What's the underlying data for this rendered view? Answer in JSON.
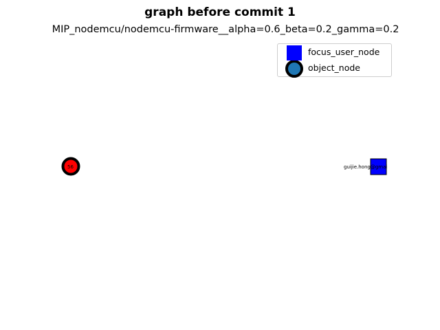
{
  "title": "graph before commit 1",
  "subtitle": "MIP_nodemcu/nodemcu-firmware__alpha=0.6_beta=0.2_gamma=0.2",
  "legend": {
    "entries": [
      {
        "label": "focus_user_node",
        "shape": "square",
        "color": "#0000ff"
      },
      {
        "label": "object_node",
        "shape": "circle",
        "color": "#1f77b4"
      }
    ]
  },
  "nodes": [
    {
      "id": "object",
      "label": "56",
      "shape": "circle",
      "fill": "#ff0000",
      "stroke": "#000000"
    },
    {
      "id": "user",
      "label": "guijie.hong@gmai",
      "shape": "square",
      "fill": "#0000ff",
      "stroke": "#000000"
    }
  ]
}
